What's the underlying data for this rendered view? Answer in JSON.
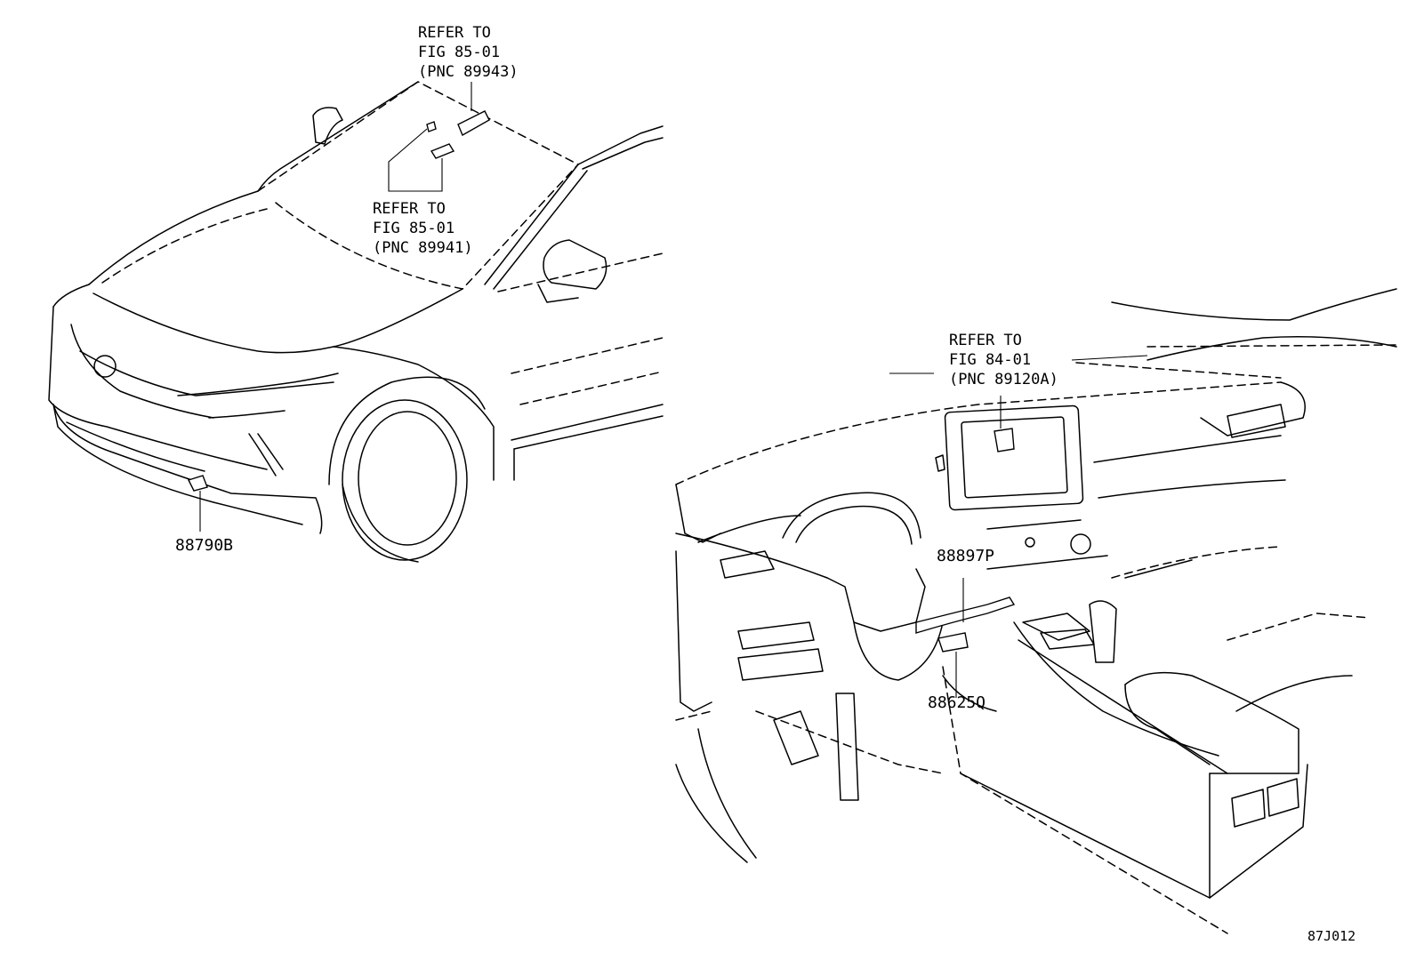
{
  "refs": [
    {
      "line1": "REFER TO",
      "line2": "FIG 85-01",
      "line3": "(PNC 89943)"
    },
    {
      "line1": "REFER TO",
      "line2": "FIG 85-01",
      "line3": "(PNC 89941)"
    },
    {
      "line1": "REFER TO",
      "line2": "FIG 84-01",
      "line3": "(PNC 89120A)"
    }
  ],
  "parts": {
    "p88790B": "88790B",
    "p88897P": "88897P",
    "p88625Q": "88625Q"
  },
  "figure_code": "87J012"
}
